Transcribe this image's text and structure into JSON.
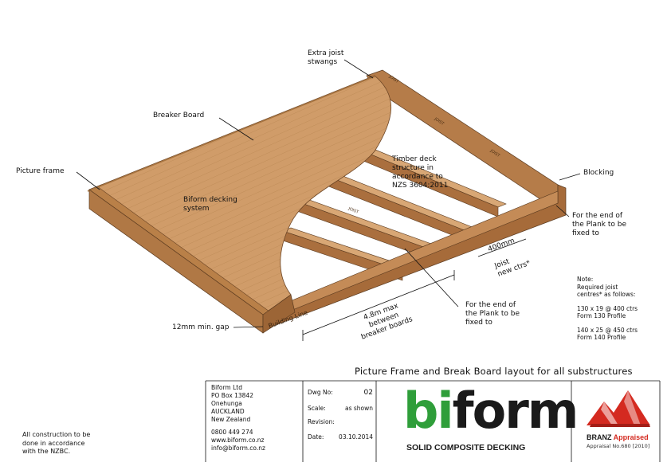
{
  "labels": {
    "extra_joist": "Extra joist\nstwangs",
    "breaker_board": "Breaker Board",
    "picture_frame": "Picture frame",
    "biform_system": "Biform decking\nsystem",
    "timber_deck": "Timber deck\nstructure in\naccordance to\nNZS 3604:2011",
    "blocking": "Blocking",
    "fix_end_right": "For the end of\nthe Plank to be\nfixed to",
    "joist_spacing": "400mm",
    "joist_centres": "Joist\nnew ctrs*",
    "notes_title": "Note:",
    "notes_body": "Required joist\ncentres* as follows:\n\n130 x 19 @ 400 ctrs\nForm 130 Profile\n\n140 x 25 @ 450 ctrs\nForm 140 Profile",
    "fix_end_bottom": "For the end of\nthe Plank to be\nfixed to",
    "max_span": "4.8m max\nbetween\nbreaker boards",
    "gap": "12mm min. gap",
    "building_line": "Building Line"
  },
  "title": "Picture Frame and Break Board layout for all substructures",
  "company": {
    "lines": [
      "Biform Ltd",
      "PO Box 13842",
      "Onehunga",
      "AUCKLAND",
      "New Zealand",
      "",
      "0800 449 274",
      "www.biform.co.nz",
      "info@biform.co.nz"
    ]
  },
  "drawing": {
    "dwg_label": "Dwg No:",
    "dwg_value": "02",
    "scale_label": "Scale:",
    "scale_value": "as shown",
    "revision_label": "Revision:",
    "revision_value": "",
    "date_label": "Date:",
    "date_value": "03.10.2014"
  },
  "footnote": "All construction to be\ndone in accordance\nwith the NZBC.",
  "logo": {
    "word_bi": "bi",
    "word_form": "form",
    "tagline": "SOLID COMPOSITE DECKING",
    "green": "#2f9e3a",
    "dark": "#1a1a1a"
  },
  "branz": {
    "brand": "BRANZ",
    "appraised": "Appraised",
    "number": "Appraisal No.680 [2010]",
    "red": "#d42a20"
  },
  "colors": {
    "deck_top": "#cf9a66",
    "deck_dark": "#b37d4c",
    "frame": "#c08856",
    "joist_top": "#d7a674",
    "joist_side": "#a96e3d"
  },
  "joist_marks": [
    "JOIST",
    "JOIST",
    "JOIST",
    "JOIST"
  ]
}
